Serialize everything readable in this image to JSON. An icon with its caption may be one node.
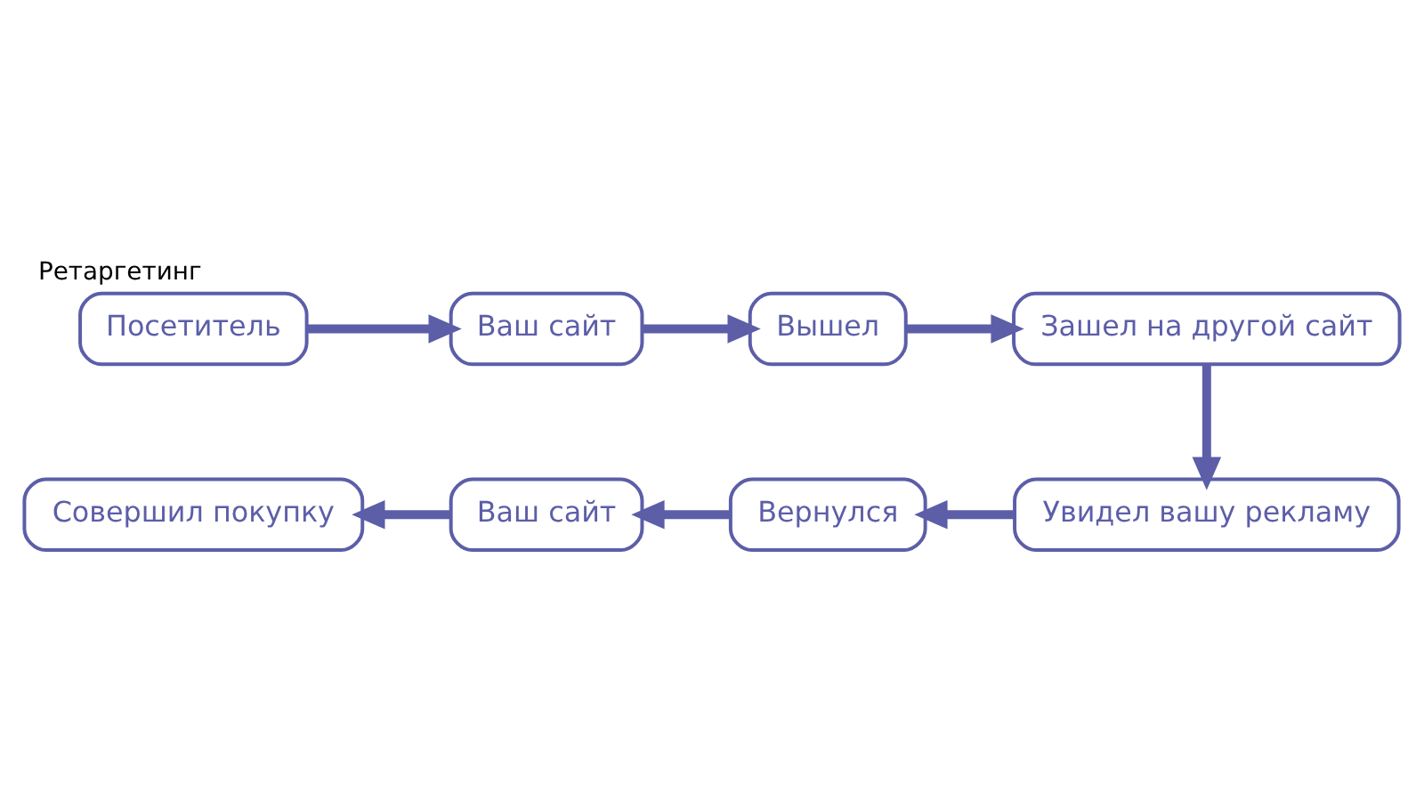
{
  "diagram": {
    "title": "Ретаргетинг",
    "nodes": [
      {
        "text": [
          "Посетитель"
        ]
      },
      {
        "text": [
          "Ваш сайт"
        ]
      },
      {
        "text": [
          "Вышел"
        ]
      },
      {
        "text": [
          "Зашел на другой сайт"
        ]
      },
      {
        "text": [
          "Совершил покупку"
        ]
      },
      {
        "text": [
          "Ваш сайт"
        ]
      },
      {
        "text": [
          "Вернулся"
        ]
      },
      {
        "text": [
          "Увидел вашу рекламу"
        ]
      }
    ],
    "edges": [
      {
        "from": 0,
        "to": 1,
        "arrow": "to"
      },
      {
        "from": 1,
        "to": 2,
        "arrow": "to"
      },
      {
        "from": 2,
        "to": 3,
        "arrow": "to"
      },
      {
        "from": 3,
        "to": 7,
        "arrow": "to"
      },
      {
        "from": 7,
        "to": 6,
        "arrow": "to"
      },
      {
        "from": 6,
        "to": 5,
        "arrow": "to"
      },
      {
        "from": 5,
        "to": 4,
        "arrow": "to"
      }
    ]
  }
}
